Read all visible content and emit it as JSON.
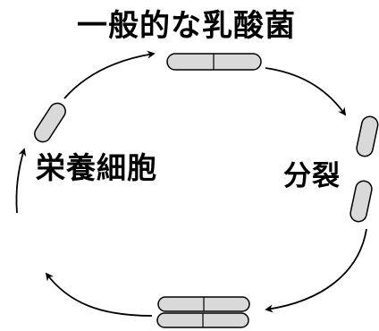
{
  "labels": {
    "top": "一般的な乳酸菌",
    "left": "栄養細胞",
    "right": "分裂"
  },
  "colors": {
    "cell_fill": "#d9d9d9",
    "stroke": "#000000",
    "background": "#ffffff"
  }
}
